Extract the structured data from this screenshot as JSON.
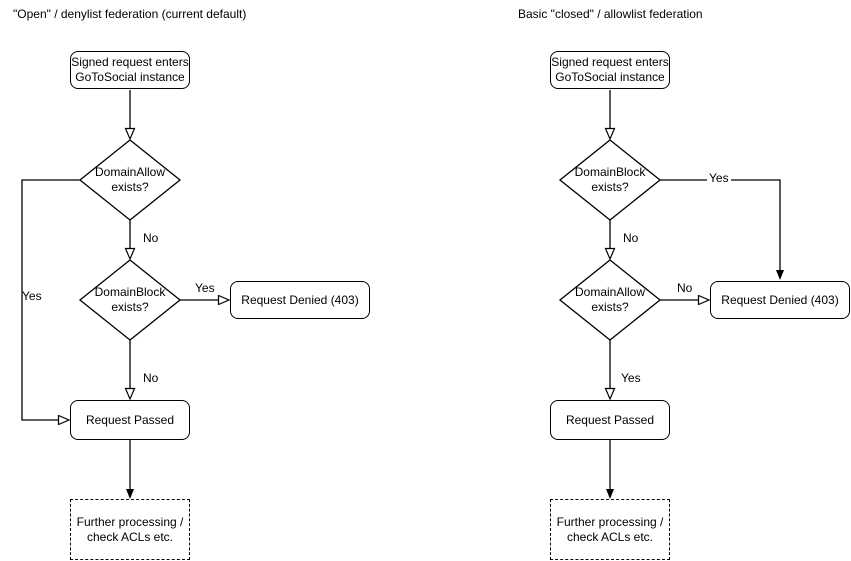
{
  "colors": {
    "stroke": "#000000",
    "text": "#000000",
    "node_fill": "#ffffff",
    "background": "#ffffff"
  },
  "left_flow": {
    "title": "\"Open\" / denylist federation (current default)",
    "nodes": {
      "start": "Signed request enters\nGoToSocial instance",
      "decision1": "DomainAllow\nexists?",
      "decision2": "DomainBlock\nexists?",
      "denied": "Request Denied (403)",
      "passed": "Request Passed",
      "further": "Further processing /\ncheck ACLs etc."
    },
    "labels": {
      "d1_no": "No",
      "d1_yes": "Yes",
      "d2_yes": "Yes",
      "d2_no": "No"
    }
  },
  "right_flow": {
    "title": "Basic \"closed\" / allowlist federation",
    "nodes": {
      "start": "Signed request enters\nGoToSocial instance",
      "decision1": "DomainBlock\nexists?",
      "decision2": "DomainAllow\nexists?",
      "denied": "Request Denied (403)",
      "passed": "Request Passed",
      "further": "Further processing /\ncheck ACLs etc."
    },
    "labels": {
      "d1_yes": "Yes",
      "d1_no": "No",
      "d2_no": "No",
      "d2_yes": "Yes"
    }
  }
}
